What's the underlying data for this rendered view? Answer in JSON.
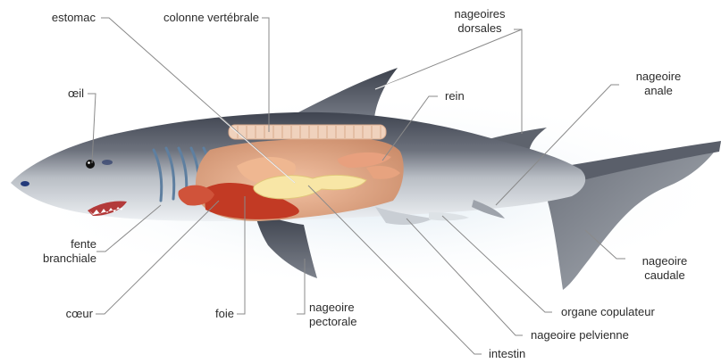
{
  "labels": {
    "stomach": "estomac",
    "spine": "colonne vertébrale",
    "dorsal_fins_1": "nageoires",
    "dorsal_fins_2": "dorsales",
    "eye": "œil",
    "kidney": "rein",
    "anal_fin_1": "nageoire",
    "anal_fin_2": "anale",
    "gill_slit_1": "fente",
    "gill_slit_2": "branchiale",
    "caudal_fin_1": "nageoire",
    "caudal_fin_2": "caudale",
    "heart": "cœur",
    "liver": "foie",
    "pectoral_fin_1": "nageoire",
    "pectoral_fin_2": "pectorale",
    "clasper": "organe copulateur",
    "pelvic_fin": "nageoire pelvienne",
    "intestine": "intestin"
  },
  "colors": {
    "body_dark": "#4a4f5c",
    "body_mid": "#8a8f99",
    "belly": "#e9eef2",
    "organ_flesh": "#e9b69a",
    "organ_liver": "#c23a24",
    "intestine": "#f8e6a6",
    "spine": "#f0d2bd"
  }
}
